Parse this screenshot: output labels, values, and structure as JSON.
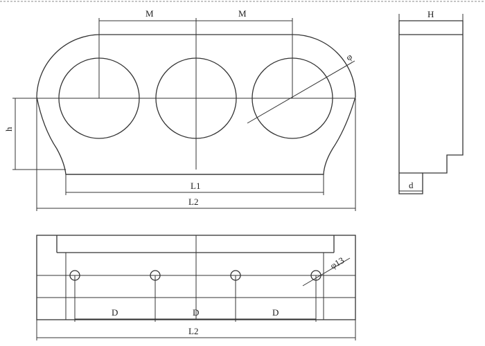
{
  "labels": {
    "m_left": "M",
    "m_right": "M",
    "h": "h",
    "phi": "φ",
    "l1": "L1",
    "l2_top": "L2",
    "H": "H",
    "d": "d",
    "phi13": "φ13",
    "d_1": "D",
    "d_2": "D",
    "d_3": "D",
    "l2_bottom": "L2"
  },
  "colors": {
    "line": "#333333",
    "text": "#222222",
    "background": "#ffffff"
  }
}
